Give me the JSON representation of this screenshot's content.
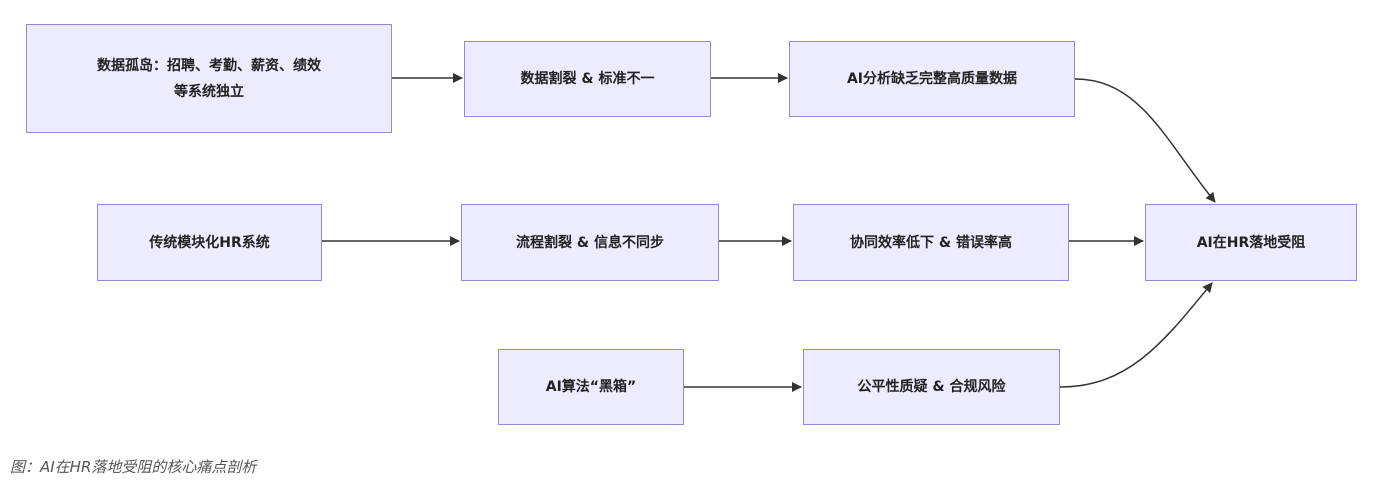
{
  "diagram": {
    "nodes": {
      "silo_line1": "数据孤岛：招聘、考勤、薪资、绩效",
      "silo_line2": "等系统独立",
      "split": "数据割裂 & 标准不一",
      "lack": "AI分析缺乏完整高质量数据",
      "legacy": "传统模块化HR系统",
      "flow": "流程割裂 & 信息不同步",
      "collab": "协同效率低下 & 错误率高",
      "block": "AI在HR落地受阻",
      "blackbox": "AI算法“黑箱”",
      "fair": "公平性质疑 & 合规风险"
    },
    "colors": {
      "node_fill": "#ececfe",
      "node_border": "#9a86d8",
      "edge": "#333333"
    }
  },
  "caption": "图：AI在HR落地受阻的核心痛点剖析"
}
